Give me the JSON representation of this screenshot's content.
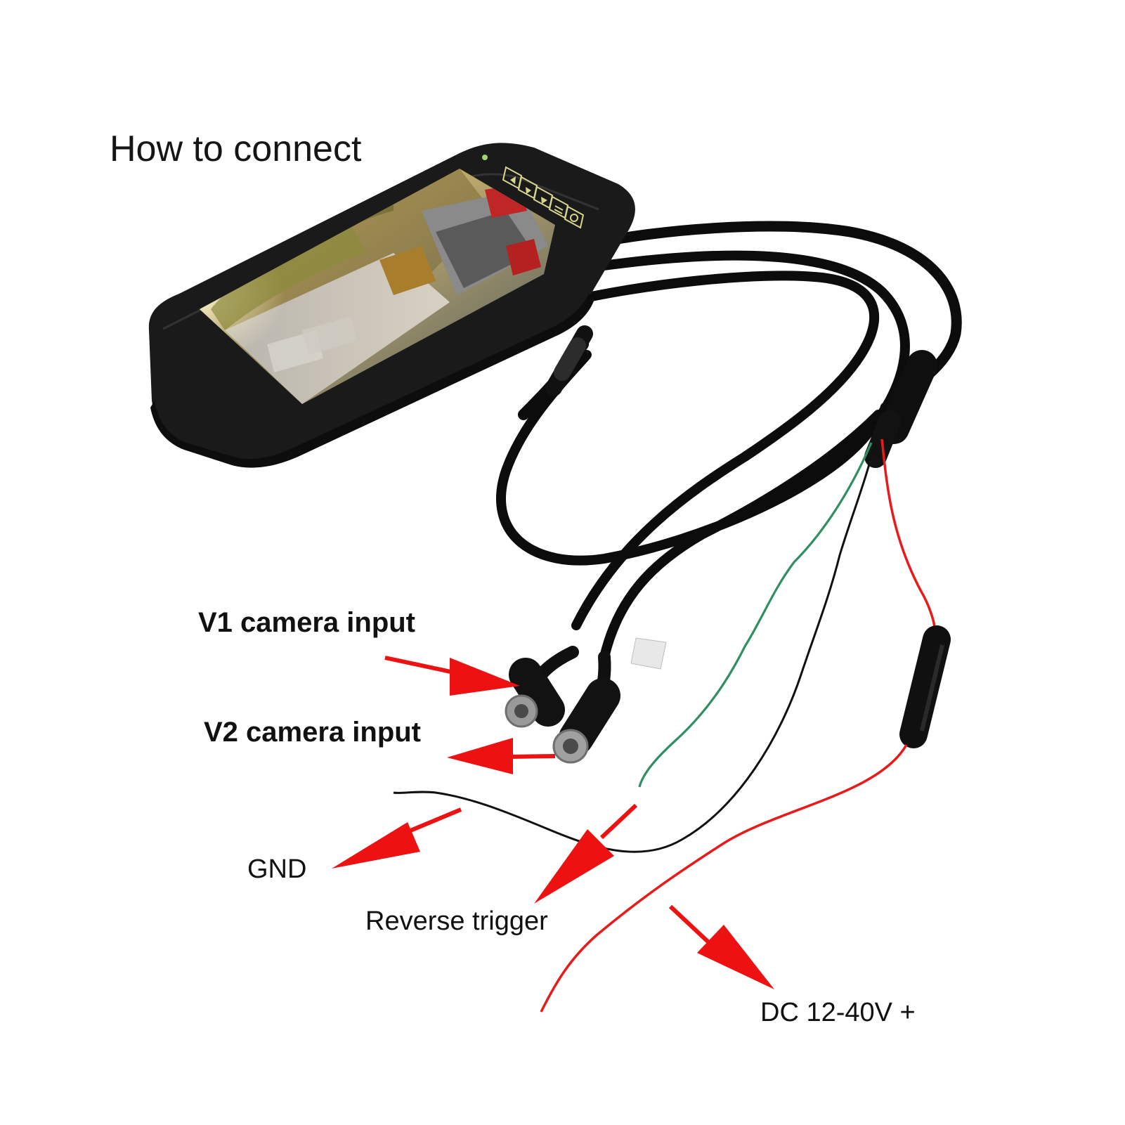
{
  "title": "How to connect",
  "labels": {
    "v1": "V1 camera input",
    "v2": "V2 camera input",
    "gnd": "GND",
    "reverse": "Reverse trigger",
    "dc": "DC 12-40V +"
  },
  "colors": {
    "arrow": "#ee1111",
    "red_wire": "#e81a1a",
    "green_wire": "#2f8f62",
    "black_wire": "#111111",
    "cable": "#0c0c0c",
    "monitor": "#1a1a1a"
  },
  "icons": [
    "arrow-left-icon",
    "arrow-right-icon",
    "play-icon",
    "menu-icon",
    "power-icon"
  ]
}
